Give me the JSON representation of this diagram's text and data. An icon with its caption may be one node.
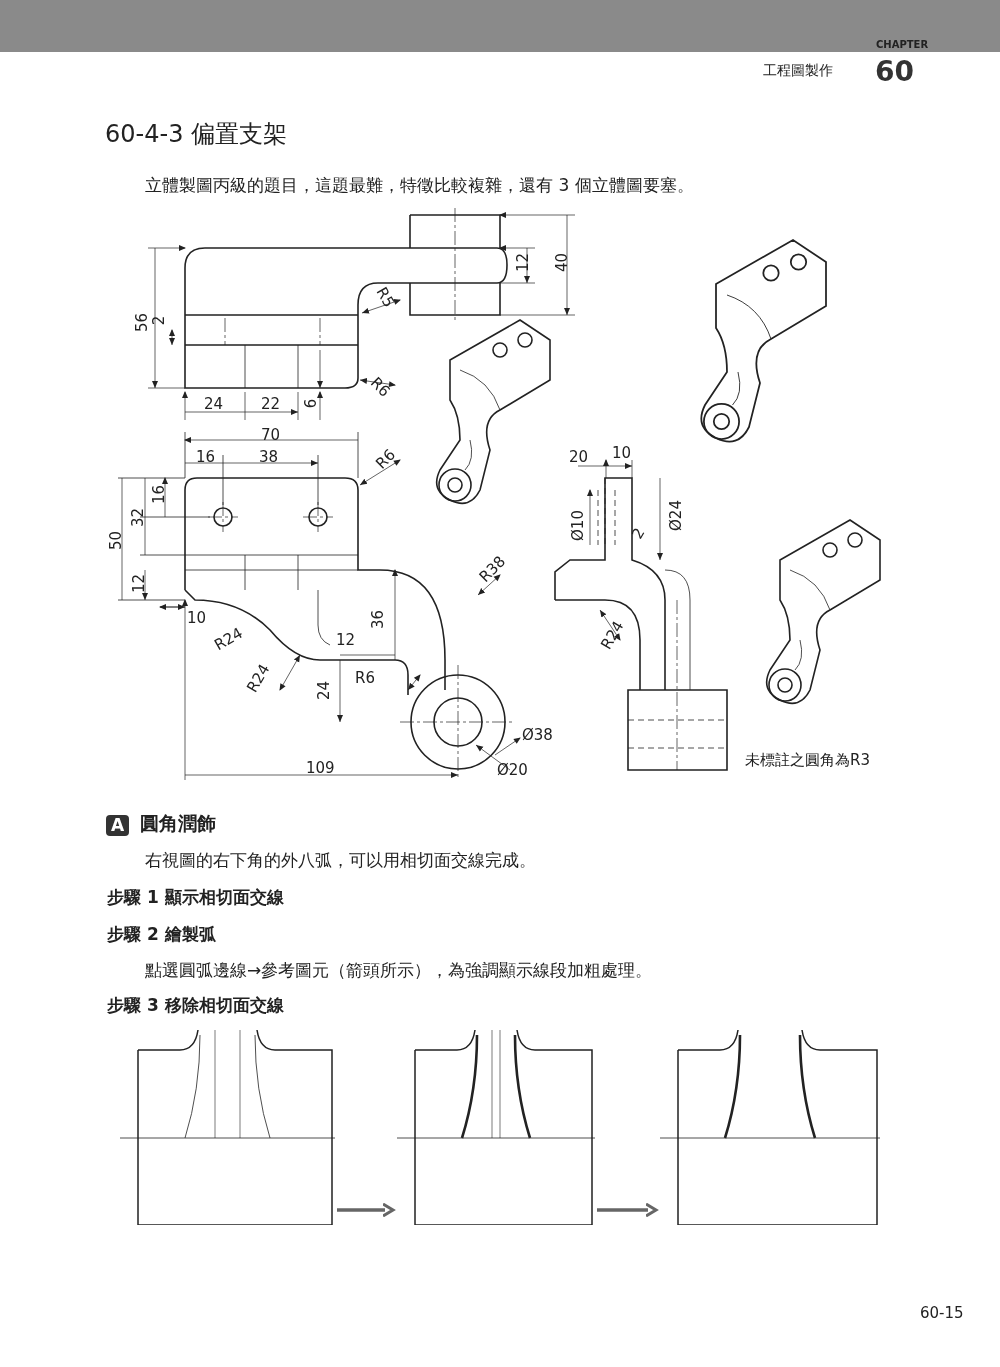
{
  "diagram": {
    "title": "60-4-3 偏置支架",
    "nodes": [
      {
        "text": [],
        "shape": "picture"
      },
      {
        "text": [],
        "shape": "picture"
      },
      {
        "text": [],
        "shape": "picture"
      }
    ],
    "edges": [
      {
        "from": 0,
        "to": 1,
        "arrow": "to"
      },
      {
        "from": 1,
        "to": 2,
        "arrow": "to"
      }
    ],
    "labels": [
      "CHAPTER",
      "工程圖製作",
      "60",
      "立體製圖丙級的題目，這題最難，特徵比較複雜，還有 3 個立體圖要塞。",
      "56",
      "2",
      "12",
      "40",
      "R5",
      "R6",
      "24",
      "22",
      "6",
      "70",
      "16",
      "38",
      "R6",
      "16",
      "32",
      "50",
      "12",
      "10",
      "R24",
      "R38",
      "36",
      "12",
      "R24",
      "R6",
      "24",
      "109",
      "Ø38",
      "Ø20",
      "20",
      "10",
      "Ø10",
      "2",
      "Ø24",
      "R24",
      "未標註之圓角為R3",
      "A",
      "圓角潤飾",
      "右視圖的右下角的外八弧，可以用相切面交線完成。",
      "步驟 1 顯示相切面交線",
      "步驟 2 繪製弧",
      "點選圓弧邊線→參考圖元（箭頭所示），為強調顯示線段加粗處理。",
      "步驟 3 移除相切面交線",
      "60-15"
    ]
  }
}
